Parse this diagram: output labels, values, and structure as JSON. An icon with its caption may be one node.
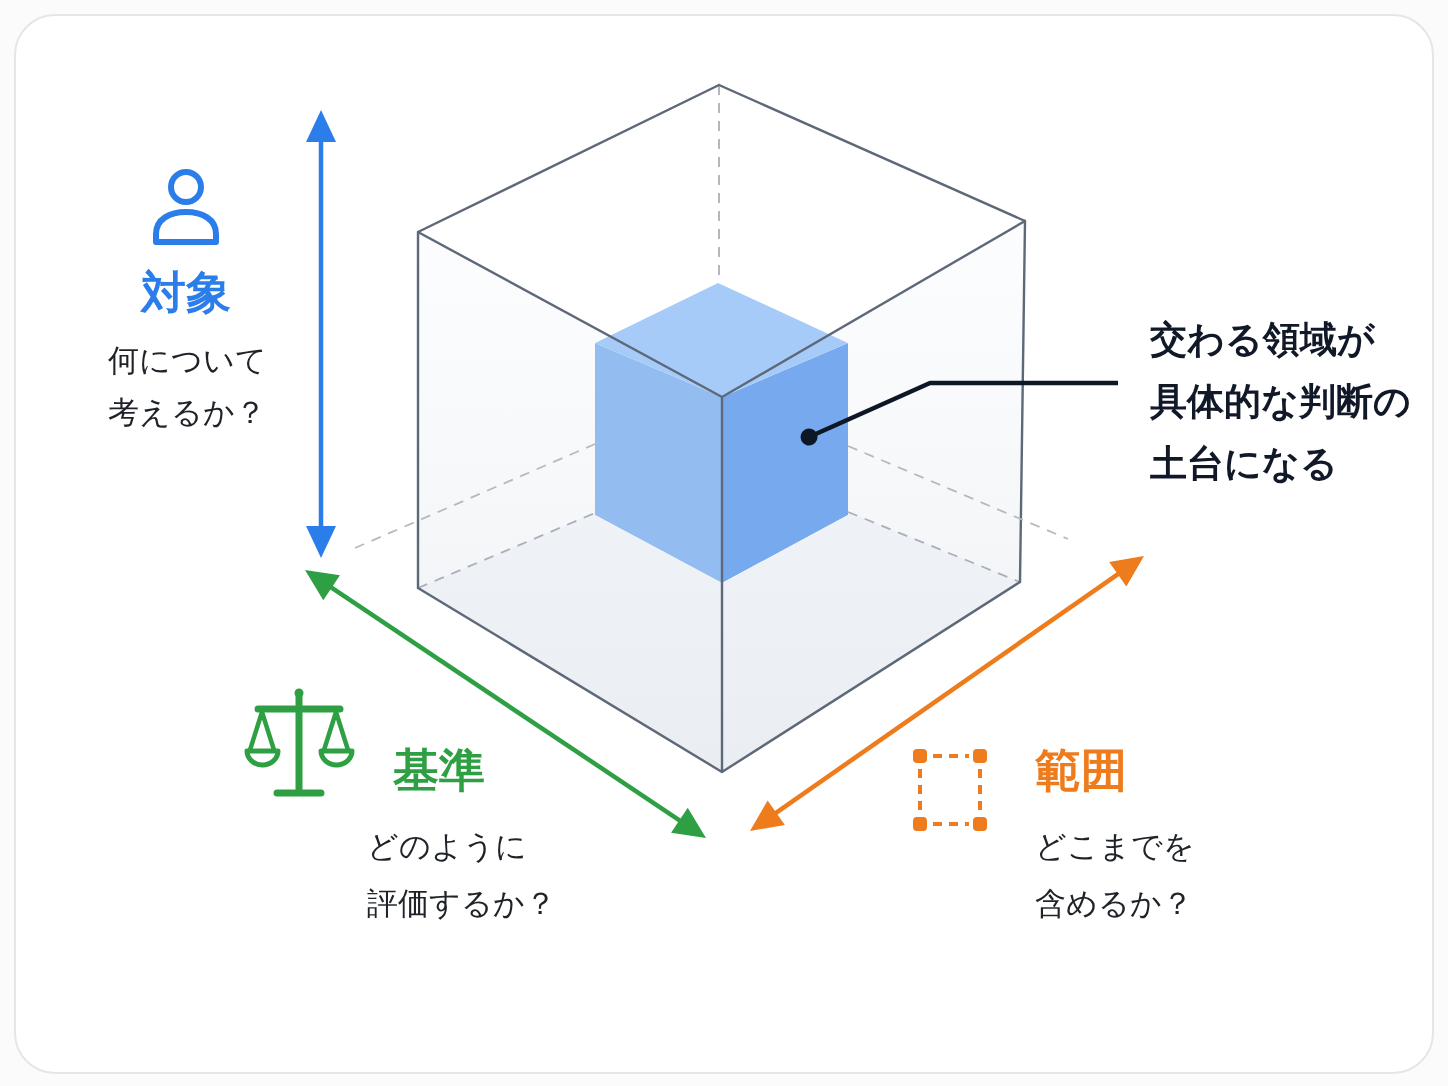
{
  "diagram": {
    "nodes": [
      {
        "text": [
          "対象",
          "何について考えるか？"
        ]
      },
      {
        "text": [
          "交わる領域が具体的な判断の土台になる"
        ]
      },
      {
        "text": [],
        "shape": "cube"
      },
      {
        "text": [
          "基準",
          "どのように評価するか？"
        ]
      },
      {
        "text": [
          "範囲",
          "どこまでを含めるか？"
        ]
      }
    ],
    "edges": [
      {
        "from": 1,
        "to": 2,
        "arrow": "other"
      }
    ]
  }
}
